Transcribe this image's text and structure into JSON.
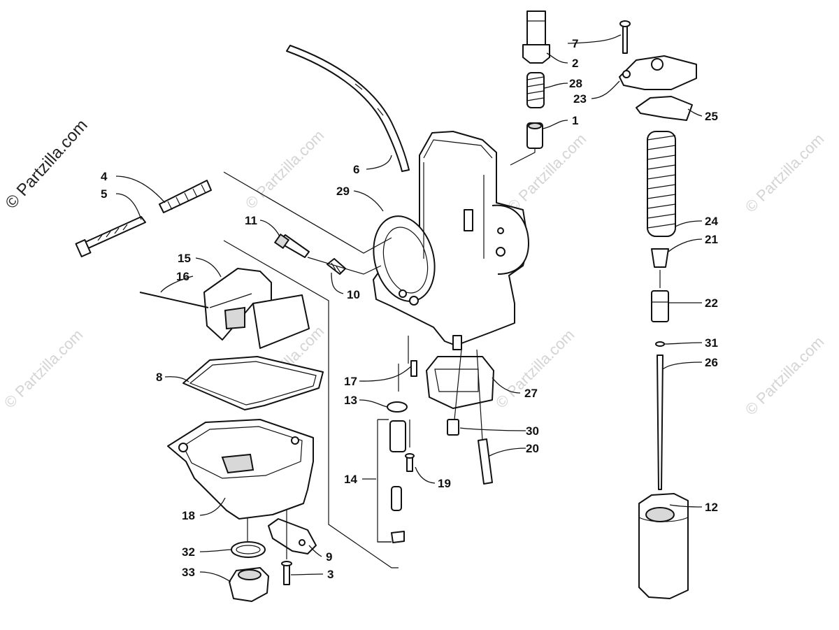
{
  "watermark": {
    "main": "© Partzilla.com",
    "faint": "© Partzilla.com"
  },
  "callouts": {
    "c1": "1",
    "c2": "2",
    "c3": "3",
    "c4": "4",
    "c5": "5",
    "c6": "6",
    "c7": "7",
    "c8": "8",
    "c9": "9",
    "c10": "10",
    "c11": "11",
    "c12": "12",
    "c13": "13",
    "c14": "14",
    "c15": "15",
    "c16": "16",
    "c17": "17",
    "c18": "18",
    "c19": "19",
    "c20": "20",
    "c21": "21",
    "c22": "22",
    "c23": "23",
    "c24": "24",
    "c25": "25",
    "c26": "26",
    "c27": "27",
    "c28": "28",
    "c29": "29",
    "c30": "30",
    "c31": "31",
    "c32": "32",
    "c33": "33"
  },
  "colors": {
    "ink": "#111111",
    "watermark": "#d4d4d4"
  }
}
